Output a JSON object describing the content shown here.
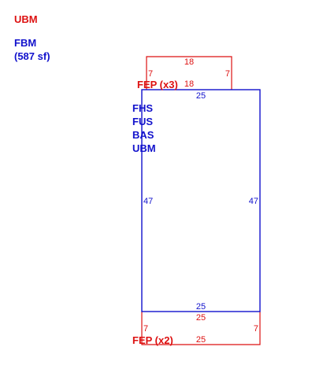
{
  "legend": {
    "ubm": "UBM",
    "fbm": "FBM",
    "fbm_area": "(587 sf)"
  },
  "colors": {
    "red": "#dd1111",
    "blue": "#1111cc"
  },
  "top_porch": {
    "label": "FEP (x3)",
    "dim_top": "18",
    "dim_bottom": "18",
    "dim_left": "7",
    "dim_right": "7"
  },
  "main_room": {
    "labels": [
      "FHS",
      "FUS",
      "BAS",
      "UBM"
    ],
    "dim_top": "25",
    "dim_bottom": "25",
    "dim_left": "47",
    "dim_right": "47"
  },
  "bottom_porch": {
    "label": "FEP (x2)",
    "dim_top": "25",
    "dim_bottom": "25",
    "dim_left": "7",
    "dim_right": "7"
  }
}
